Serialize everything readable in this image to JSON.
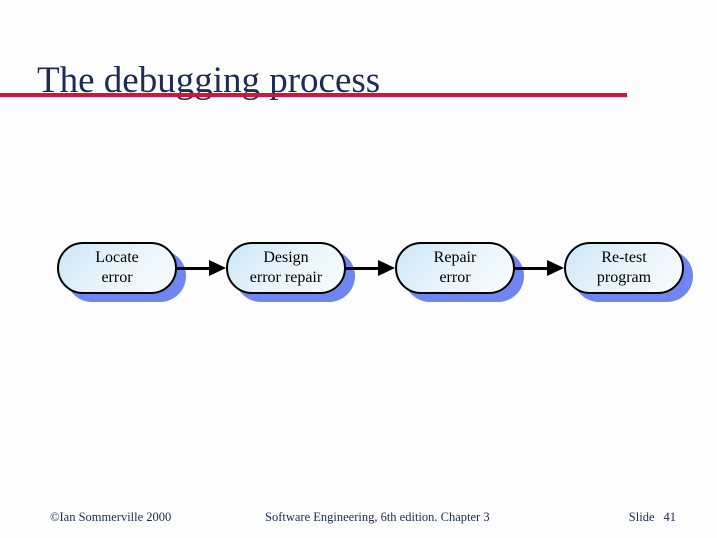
{
  "slide": {
    "title": "The debugging process",
    "diagram": {
      "nodes": [
        {
          "lines": [
            "Locate",
            "error"
          ]
        },
        {
          "lines": [
            "Design",
            "error repair"
          ]
        },
        {
          "lines": [
            "Repair",
            "error"
          ]
        },
        {
          "lines": [
            "Re-test",
            "program"
          ]
        }
      ]
    },
    "footer": {
      "copyright": "©Ian Sommerville 2000",
      "center": "Software Engineering, 6th edition. Chapter 3",
      "slide_label": "Slide",
      "slide_number": "41"
    },
    "colors": {
      "title_text": "#1d2b55",
      "accent_rule": "#d41438",
      "node_fill_light": "#cde7f7",
      "node_fill_lighter": "#f8fcfe",
      "node_border": "#000000",
      "node_shadow": "#6f86f0",
      "arrow": "#000000",
      "background": "#fdfdfd"
    }
  }
}
